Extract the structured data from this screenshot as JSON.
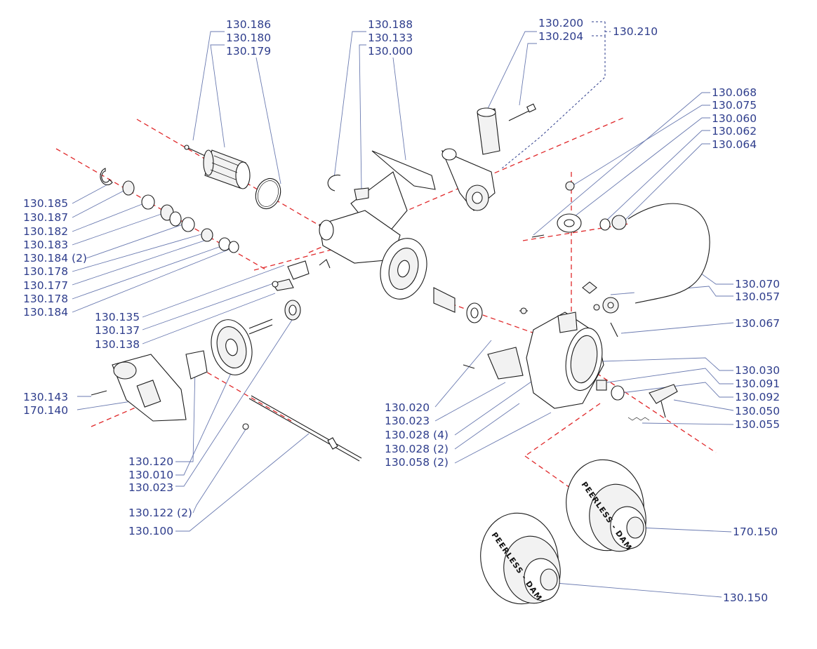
{
  "diagram": {
    "labels_top_left": [
      "130.186",
      "130.180",
      "130.179"
    ],
    "labels_top_mid": [
      "130.188",
      "130.133",
      "130.000"
    ],
    "labels_top_right": [
      "130.200",
      "130.204"
    ],
    "label_group": "130.210",
    "labels_right_upper": [
      "130.068",
      "130.075",
      "130.060",
      "130.062",
      "130.064"
    ],
    "labels_left": [
      "130.185",
      "130.187",
      "130.182",
      "130.183",
      "130.184 (2)",
      "130.178",
      "130.177",
      "130.178",
      "130.184"
    ],
    "labels_mid_left": [
      "130.135",
      "130.137",
      "130.138"
    ],
    "labels_right_mid": [
      "130.070",
      "130.057",
      "130.067"
    ],
    "labels_right_lower": [
      "130.030",
      "130.091",
      "130.092",
      "130.050",
      "130.055"
    ],
    "labels_left_lower": [
      "130.143",
      "170.140"
    ],
    "labels_center_lower": [
      "130.020",
      "130.023",
      "130.028 (4)",
      "130.028 (2)",
      "130.058 (2)"
    ],
    "labels_gear": [
      "130.120",
      "130.010",
      "130.023"
    ],
    "labels_bottom_left": [
      "130.122 (2)",
      "130.100"
    ],
    "label_spool_back": "170.150",
    "label_spool_front": "130.150",
    "spool_brand_text": "PEERLESS - DAM"
  }
}
